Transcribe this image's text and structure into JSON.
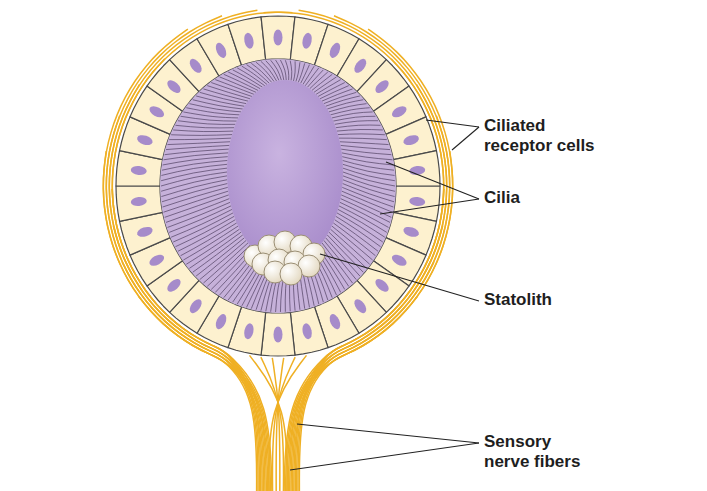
{
  "diagram": {
    "labels": [
      "Ciliated receptor cells",
      "Cilia",
      "Statolith",
      "Sensory nerve fibers"
    ]
  }
}
